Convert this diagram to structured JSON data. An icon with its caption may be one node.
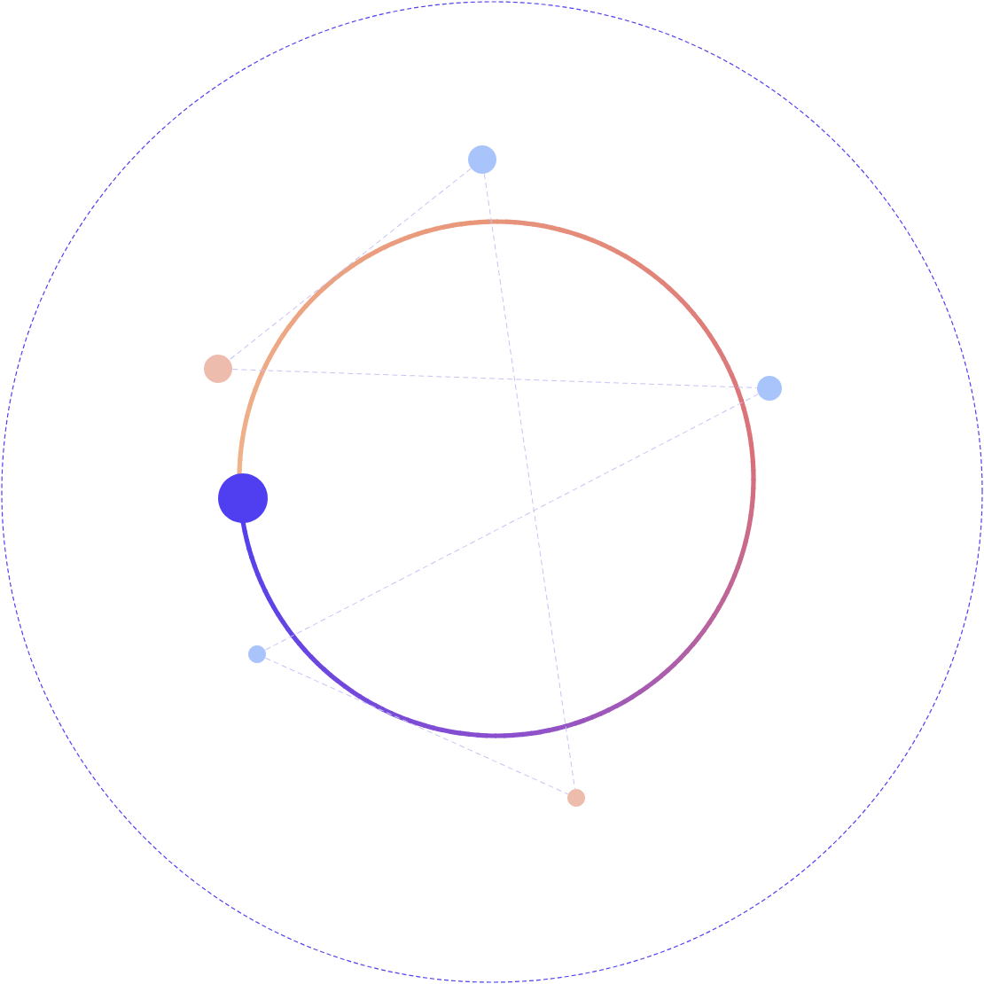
{
  "diagram": {
    "nodes": [
      {
        "text": [],
        "shape": "circle"
      },
      {
        "text": [],
        "shape": "circle"
      },
      {
        "text": [],
        "shape": "circle"
      },
      {
        "text": [],
        "shape": "circle"
      },
      {
        "text": [],
        "shape": "circle"
      },
      {
        "text": [],
        "shape": "circle"
      }
    ],
    "edges": [
      {
        "from": 0,
        "to": 1,
        "arrow": "none",
        "style": "dashed"
      },
      {
        "from": 0,
        "to": 5,
        "arrow": "none",
        "style": "dashed"
      },
      {
        "from": 1,
        "to": 2,
        "arrow": "none",
        "style": "dashed"
      },
      {
        "from": 2,
        "to": 4,
        "arrow": "none",
        "style": "dashed"
      },
      {
        "from": 4,
        "to": 5,
        "arrow": "none",
        "style": "dashed"
      }
    ]
  }
}
